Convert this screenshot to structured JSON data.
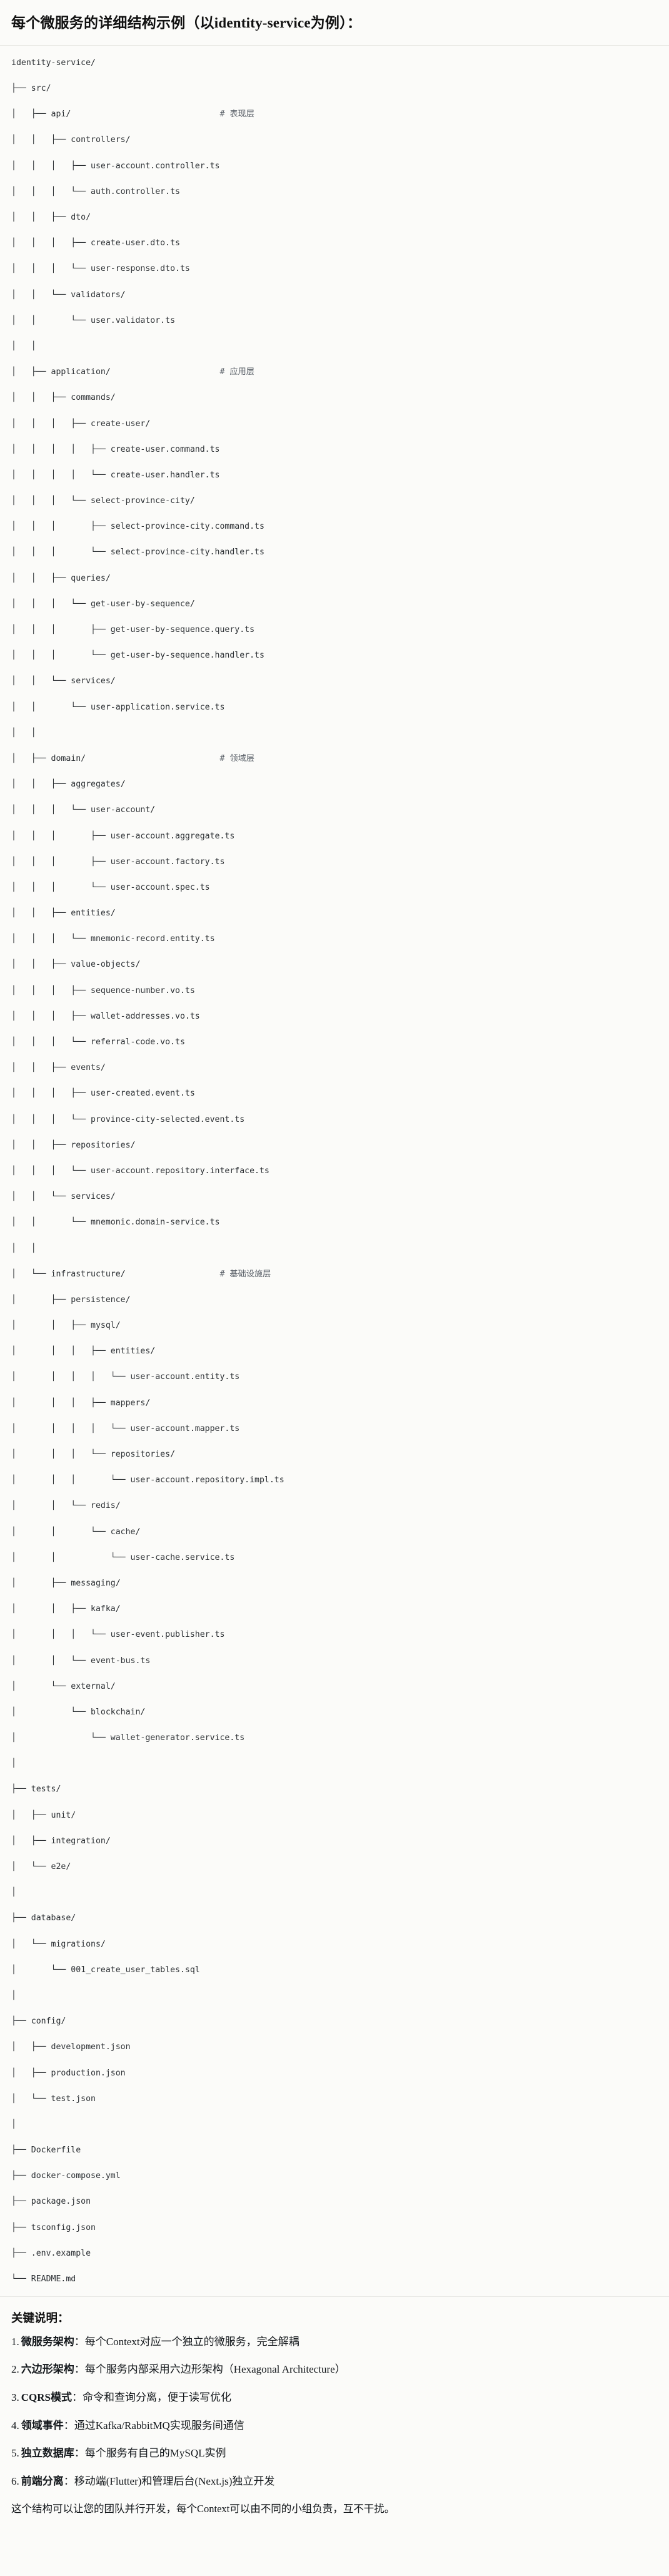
{
  "title": "每个微服务的详细结构示例（以identity-service为例）：",
  "tree": {
    "lines": [
      "identity-service/",
      "├── src/",
      "│   ├── api/                              # 表现层",
      "│   │   ├── controllers/",
      "│   │   │   ├── user-account.controller.ts",
      "│   │   │   └── auth.controller.ts",
      "│   │   ├── dto/",
      "│   │   │   ├── create-user.dto.ts",
      "│   │   │   └── user-response.dto.ts",
      "│   │   └── validators/",
      "│   │       └── user.validator.ts",
      "│   │",
      "│   ├── application/                      # 应用层",
      "│   │   ├── commands/",
      "│   │   │   ├── create-user/",
      "│   │   │   │   ├── create-user.command.ts",
      "│   │   │   │   └── create-user.handler.ts",
      "│   │   │   └── select-province-city/",
      "│   │   │       ├── select-province-city.command.ts",
      "│   │   │       └── select-province-city.handler.ts",
      "│   │   ├── queries/",
      "│   │   │   └── get-user-by-sequence/",
      "│   │   │       ├── get-user-by-sequence.query.ts",
      "│   │   │       └── get-user-by-sequence.handler.ts",
      "│   │   └── services/",
      "│   │       └── user-application.service.ts",
      "│   │",
      "│   ├── domain/                           # 领域层",
      "│   │   ├── aggregates/",
      "│   │   │   └── user-account/",
      "│   │   │       ├── user-account.aggregate.ts",
      "│   │   │       ├── user-account.factory.ts",
      "│   │   │       └── user-account.spec.ts",
      "│   │   ├── entities/",
      "│   │   │   └── mnemonic-record.entity.ts",
      "│   │   ├── value-objects/",
      "│   │   │   ├── sequence-number.vo.ts",
      "│   │   │   ├── wallet-addresses.vo.ts",
      "│   │   │   └── referral-code.vo.ts",
      "│   │   ├── events/",
      "│   │   │   ├── user-created.event.ts",
      "│   │   │   └── province-city-selected.event.ts",
      "│   │   ├── repositories/",
      "│   │   │   └── user-account.repository.interface.ts",
      "│   │   └── services/",
      "│   │       └── mnemonic.domain-service.ts",
      "│   │",
      "│   └── infrastructure/                   # 基础设施层",
      "│       ├── persistence/",
      "│       │   ├── mysql/",
      "│       │   │   ├── entities/",
      "│       │   │   │   └── user-account.entity.ts",
      "│       │   │   ├── mappers/",
      "│       │   │   │   └── user-account.mapper.ts",
      "│       │   │   └── repositories/",
      "│       │   │       └── user-account.repository.impl.ts",
      "│       │   └── redis/",
      "│       │       └── cache/",
      "│       │           └── user-cache.service.ts",
      "│       ├── messaging/",
      "│       │   ├── kafka/",
      "│       │   │   └── user-event.publisher.ts",
      "│       │   └── event-bus.ts",
      "│       └── external/",
      "│           └── blockchain/",
      "│               └── wallet-generator.service.ts",
      "│",
      "├── tests/",
      "│   ├── unit/",
      "│   ├── integration/",
      "│   └── e2e/",
      "│",
      "├── database/",
      "│   └── migrations/",
      "│       └── 001_create_user_tables.sql",
      "│",
      "├── config/",
      "│   ├── development.json",
      "│   ├── production.json",
      "│   └── test.json",
      "│",
      "├── Dockerfile",
      "├── docker-compose.yml",
      "├── package.json",
      "├── tsconfig.json",
      "├── .env.example",
      "└── README.md"
    ]
  },
  "notes": {
    "heading": "关键说明：",
    "items": [
      {
        "num": "1.",
        "term": "微服务架构",
        "sep": "：",
        "desc": "每个Context对应一个独立的微服务，完全解耦"
      },
      {
        "num": "2.",
        "term": "六边形架构",
        "sep": "：",
        "desc": "每个服务内部采用六边形架构（Hexagonal Architecture）"
      },
      {
        "num": "3.",
        "term": "CQRS模式",
        "sep": "：",
        "desc": "命令和查询分离，便于读写优化"
      },
      {
        "num": "4.",
        "term": "领域事件",
        "sep": "：",
        "desc": "通过Kafka/RabbitMQ实现服务间通信"
      },
      {
        "num": "5.",
        "term": "独立数据库",
        "sep": "：",
        "desc": "每个服务有自己的MySQL实例"
      },
      {
        "num": "6.",
        "term": "前端分离",
        "sep": "：",
        "desc": "移动端(Flutter)和管理后台(Next.js)独立开发"
      }
    ],
    "closing": "这个结构可以让您的团队并行开发，每个Context可以由不同的小组负责，互不干扰。"
  }
}
